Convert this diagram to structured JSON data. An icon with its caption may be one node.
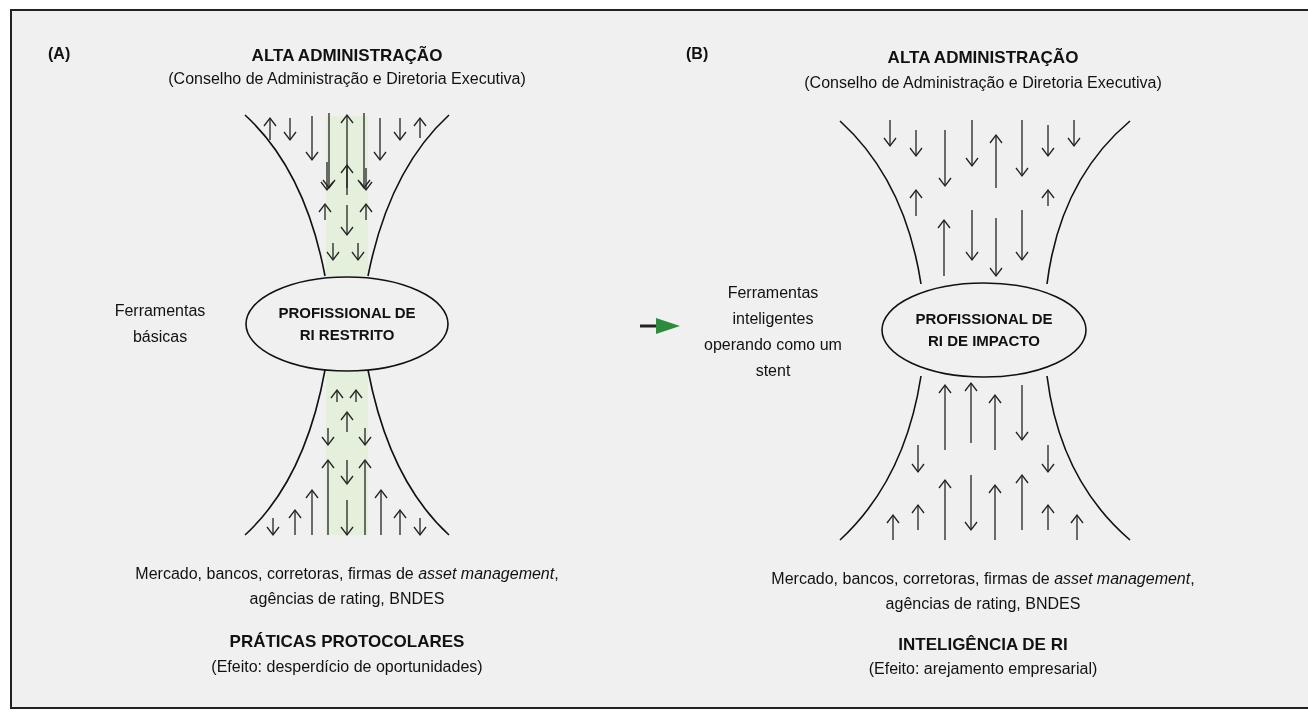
{
  "diagram": {
    "nodes": [
      {
        "text": [
          "PROFISSIONAL DE RI RESTRITO"
        ]
      },
      {
        "text": [
          "PROFISSIONAL DE RI DE IMPACTO"
        ]
      }
    ],
    "labels": [
      "(A)",
      "ALTA ADMINISTRAÇÃO",
      "(Conselho de Administração e Diretoria Executiva)",
      "(B)",
      "ALTA ADMINISTRAÇÃO",
      "(Conselho de Administração e Diretoria Executiva)",
      "Ferramentas básicas",
      "Ferramentas inteligentes operando como um stent",
      "Mercado, bancos, corretoras, firmas de *asset management*, agências de rating, BNDES",
      "Mercado, bancos, corretoras, firmas de *asset management*, agências de rating, BNDES",
      "PRÁTICAS PROTOCOLARES",
      "(Efeito: desperdício de oportunidades)",
      "INTELIGÊNCIA DE RI",
      "(Efeito: arejamento empresarial)"
    ]
  }
}
